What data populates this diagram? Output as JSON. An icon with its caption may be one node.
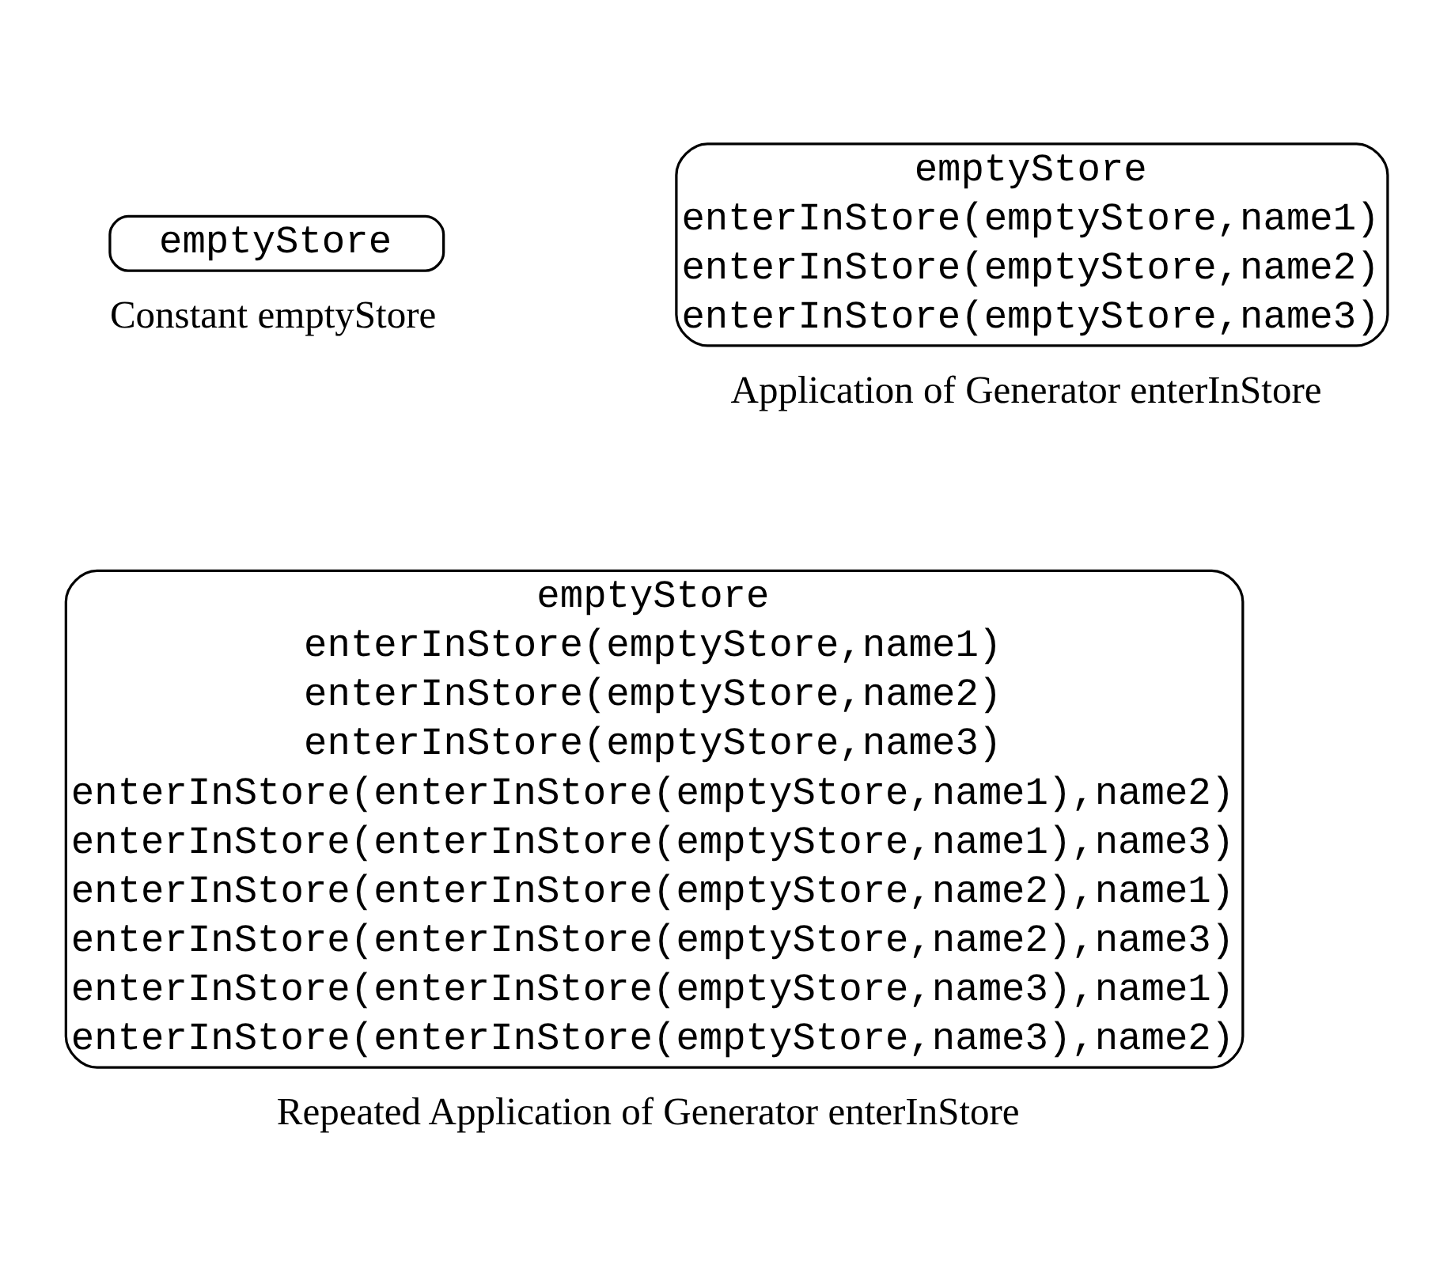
{
  "diagram": {
    "nodes": [
      {
        "text": [
          "emptyStore"
        ],
        "beside": [
          "Constant emptyStore"
        ]
      },
      {
        "text": [
          "emptyStore",
          "enterInStore(emptyStore,name1)",
          "enterInStore(emptyStore,name2)",
          "enterInStore(emptyStore,name3)"
        ],
        "beside": [
          "Application of Generator enterInStore"
        ]
      },
      {
        "text": [
          "emptyStore",
          "enterInStore(emptyStore,name1)",
          "enterInStore(emptyStore,name2)",
          "enterInStore(emptyStore,name3)",
          "enterInStore(enterInStore(emptyStore,name1),name2)",
          "enterInStore(enterInStore(emptyStore,name1),name3)",
          "enterInStore(enterInStore(emptyStore,name2),name1)",
          "enterInStore(enterInStore(emptyStore,name2),name3)",
          "enterInStore(enterInStore(emptyStore,name3),name1)",
          "enterInStore(enterInStore(emptyStore,name3),name2)"
        ],
        "beside": [
          "Repeated Application of Generator enterInStore"
        ]
      }
    ],
    "edges": []
  }
}
